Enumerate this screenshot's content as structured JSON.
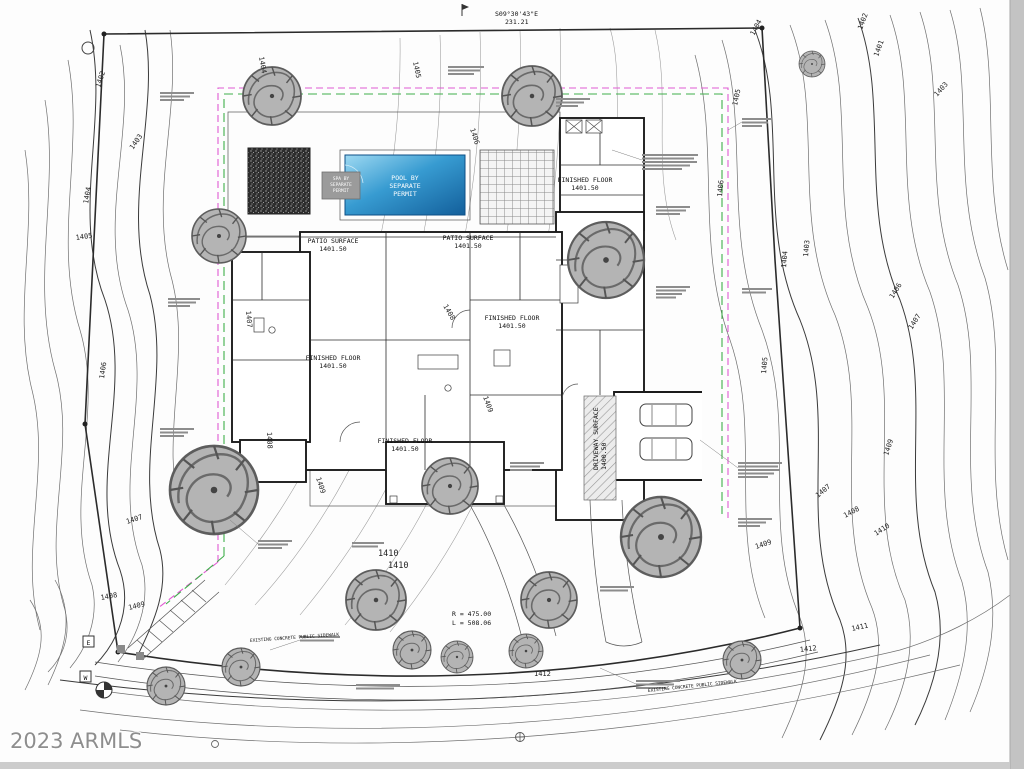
{
  "labels": {
    "bearing": "S09°30'43\"E",
    "bearing_dist": "231.21",
    "pool": {
      "l1": "POOL BY",
      "l2": "SEPARATE",
      "l3": "PERMIT"
    },
    "spa": {
      "l1": "SPA BY",
      "l2": "SEPARATE",
      "l3": "PERMIT"
    },
    "patio": {
      "l1": "PATIO SURFACE",
      "l2": "1401.50"
    },
    "ff": {
      "l1": "FINISHED FLOOR",
      "l2": "1401.50"
    },
    "driveway": {
      "l1": "DRIVEWAY SURFACE",
      "l2": "1400.50"
    },
    "sidewalk": "EXISTING CONCRETE PUBLIC SIDEWALK",
    "curve_r": "R = 475.00",
    "curve_l": "L = 508.06",
    "utility_e": "E",
    "utility_w": "W",
    "watermark": "2023 ARMLS"
  },
  "contour_labels": [
    "1402",
    "1403",
    "1404",
    "1405",
    "1406",
    "1407",
    "1408",
    "1409",
    "1404",
    "1405",
    "1406",
    "1407",
    "1408",
    "1408",
    "1409",
    "1409",
    "1410",
    "1410",
    "1404",
    "1402",
    "1401",
    "1403",
    "1405",
    "1406",
    "1404",
    "1403",
    "1405",
    "1406",
    "1407",
    "1408",
    "1409",
    "1409",
    "1410",
    "1411",
    "1412",
    "1407",
    "1412"
  ]
}
